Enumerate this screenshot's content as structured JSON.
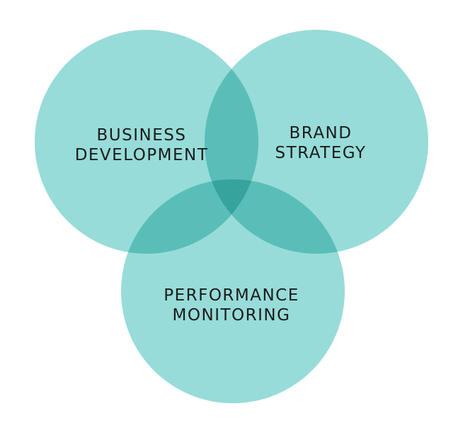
{
  "diagram": {
    "circles": [
      {
        "id": "business-development",
        "lines": [
          "BUSINESS",
          "DEVELOPMENT"
        ]
      },
      {
        "id": "brand-strategy",
        "lines": [
          "BRAND",
          "STRATEGY"
        ]
      },
      {
        "id": "performance-monitoring",
        "lines": [
          "PERFORMANCE",
          "MONITORING"
        ]
      }
    ],
    "colors": {
      "circle_fill": "#97dcd9",
      "text": "#1b1b1b",
      "background": "#ffffff"
    }
  }
}
